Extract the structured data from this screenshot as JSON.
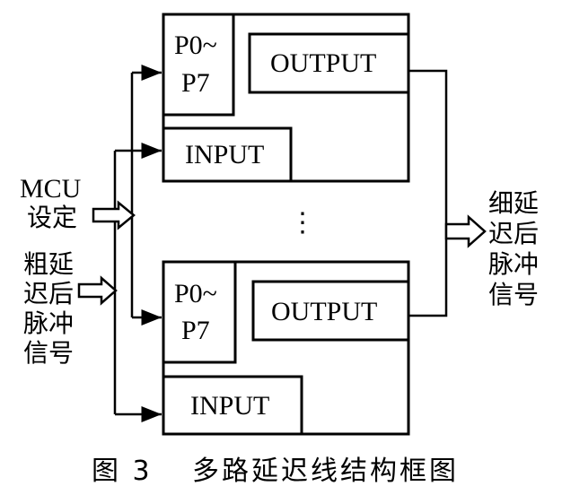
{
  "blocks": [
    {
      "port_label_top": "P0~",
      "port_label_bottom": "P7",
      "output_label": "OUTPUT",
      "input_label": "INPUT"
    },
    {
      "port_label_top": "P0~",
      "port_label_bottom": "P7",
      "output_label": "OUTPUT",
      "input_label": "INPUT"
    }
  ],
  "ellipsis": "⋮",
  "inputs": {
    "mcu_line1": "MCU",
    "mcu_line2": "设定",
    "coarse_lines": [
      "粗延",
      "迟后",
      "脉冲",
      "信号"
    ]
  },
  "output_lines": [
    "细延",
    "迟后",
    "脉冲",
    "信号"
  ],
  "caption": {
    "figure_no": "图 3",
    "title": "多路延迟线结构框图"
  },
  "colors": {
    "ink": "#000000",
    "background": "#ffffff"
  }
}
